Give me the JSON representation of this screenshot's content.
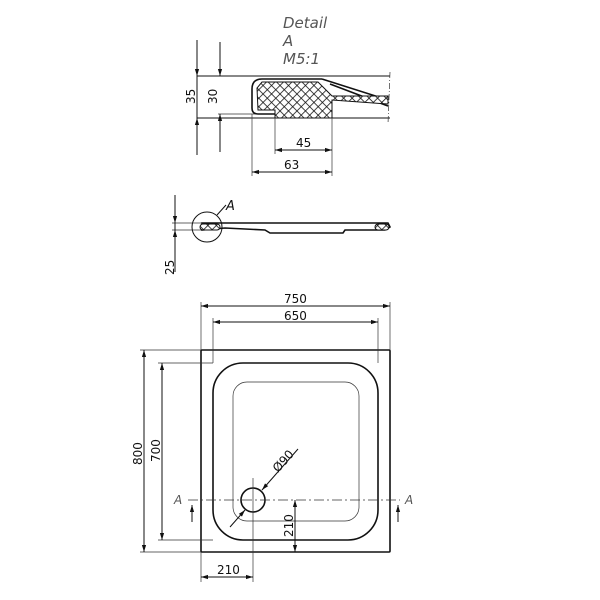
{
  "detail": {
    "title_line1": "Detail",
    "title_line2": "A",
    "title_line3": "M5:1",
    "dim_35": "35",
    "dim_30": "30",
    "dim_45": "45",
    "dim_63": "63"
  },
  "side_view": {
    "detail_marker": "A",
    "dim_25": "25"
  },
  "plan_view": {
    "dim_750": "750",
    "dim_650": "650",
    "dim_800": "800",
    "dim_700": "700",
    "dim_drain_dia": "Ø90",
    "dim_210_vertical": "210",
    "dim_210_horizontal": "210",
    "section_left": "A",
    "section_right": "A"
  }
}
